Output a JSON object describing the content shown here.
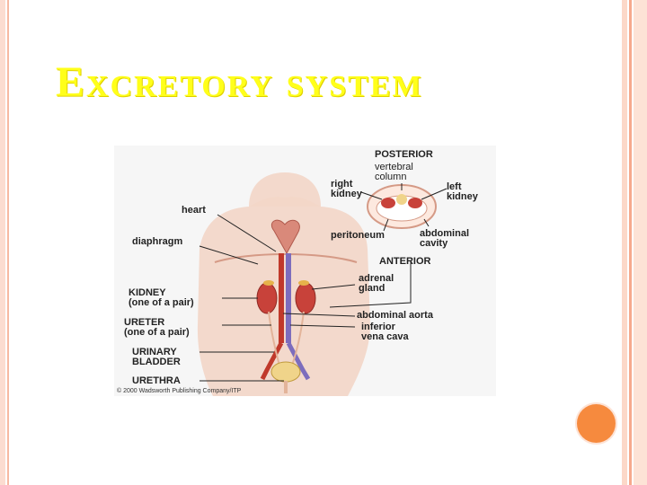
{
  "slide": {
    "title": "Excretory system"
  },
  "figure": {
    "labels": {
      "posterior": "POSTERIOR",
      "vertebral_column": "vertebral\ncolumn",
      "right_kidney": "right\nkidney",
      "left_kidney": "left\nkidney",
      "peritoneum": "peritoneum",
      "abdominal_cavity": "abdominal\ncavity",
      "anterior": "ANTERIOR",
      "heart": "heart",
      "diaphragm": "diaphragm",
      "kidney": "KIDNEY\n(one of a pair)",
      "adrenal_gland": "adrenal\ngland",
      "ureter": "URETER\n(one of a pair)",
      "abdominal_aorta": "abdominal aorta",
      "inferior_vena_cava": "inferior\nvena cava",
      "urinary_bladder": "URINARY\nBLADDER",
      "urethra": "URETHRA"
    },
    "copyright": "© 2000 Wadsworth Publishing Company/ITP"
  },
  "colors": {
    "title": "#ffff1a",
    "accent_dot": "#f68a3e",
    "frame": "#f6a98c"
  }
}
